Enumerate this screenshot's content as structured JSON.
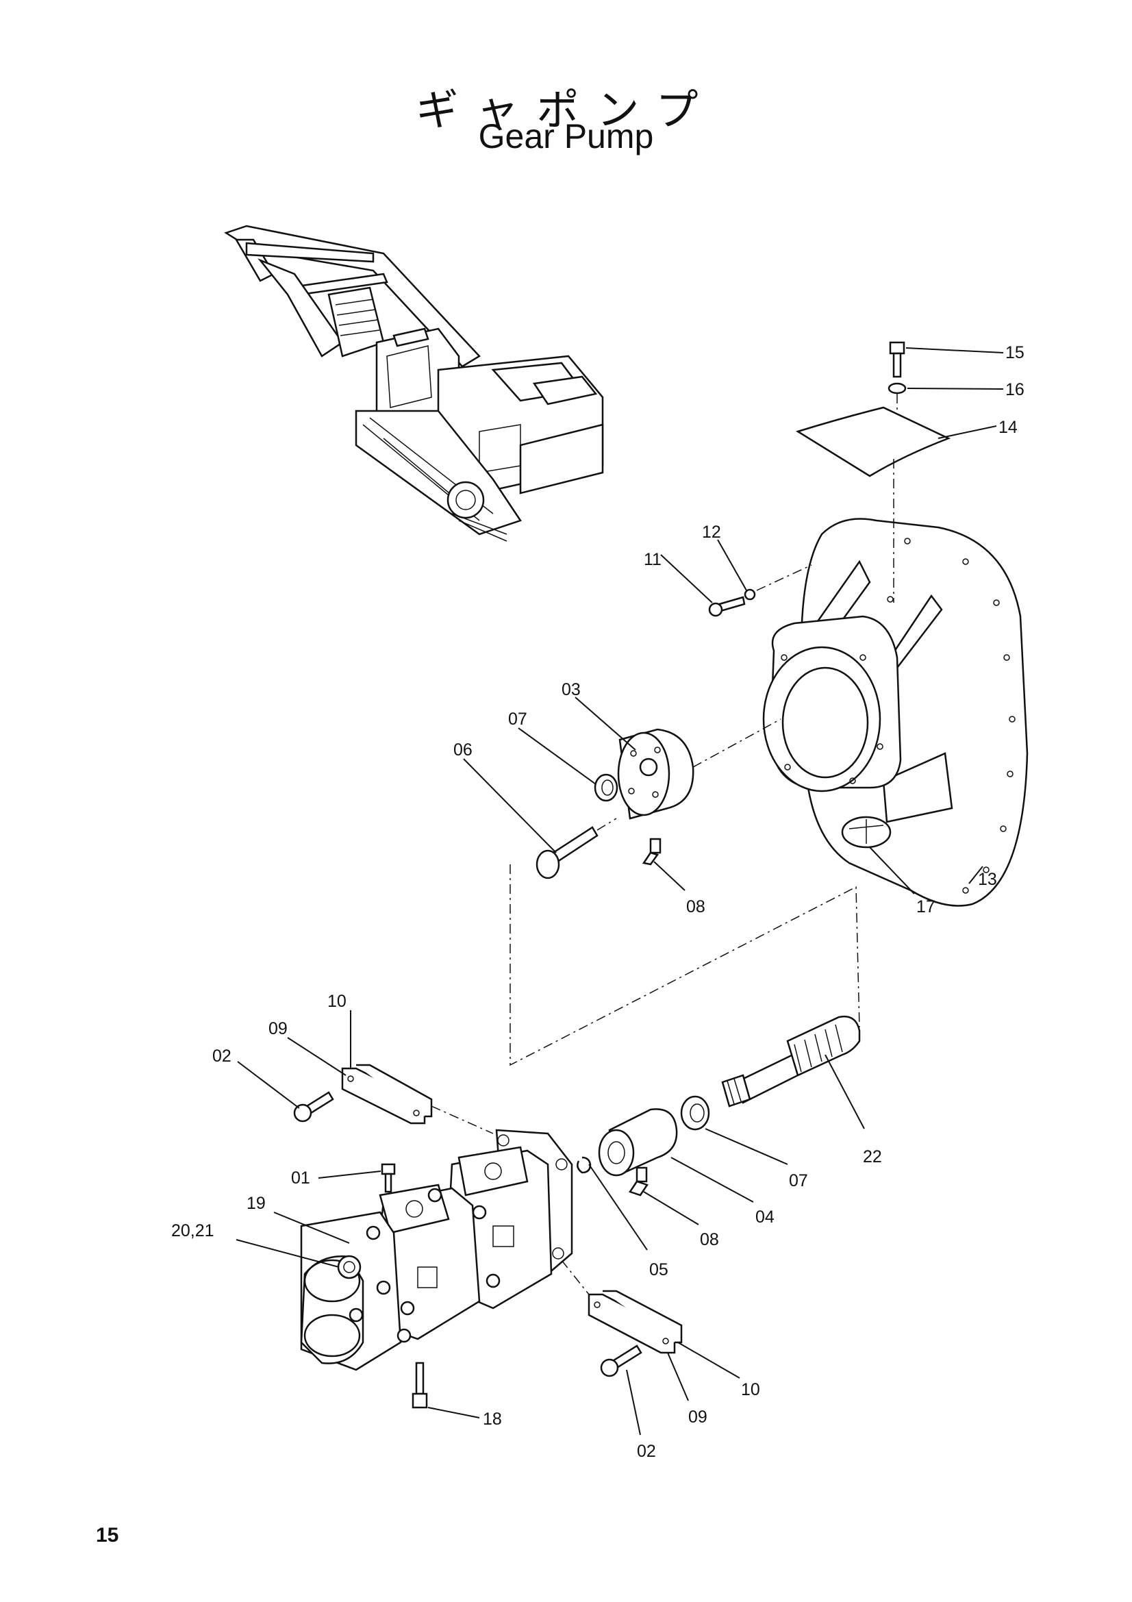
{
  "title": {
    "japanese": "ギャポンプ",
    "english": "Gear Pump"
  },
  "page_number": "15",
  "callouts": {
    "c01": "01",
    "c02a": "02",
    "c02b": "02",
    "c03": "03",
    "c04": "04",
    "c05": "05",
    "c06": "06",
    "c07a": "07",
    "c07b": "07",
    "c08a": "08",
    "c08b": "08",
    "c09a": "09",
    "c09b": "09",
    "c10a": "10",
    "c10b": "10",
    "c11": "11",
    "c12": "12",
    "c13": "13",
    "c14": "14",
    "c15": "15",
    "c16": "16",
    "c17": "17",
    "c18": "18",
    "c19": "19",
    "c2021": "20,21",
    "c22": "22"
  }
}
